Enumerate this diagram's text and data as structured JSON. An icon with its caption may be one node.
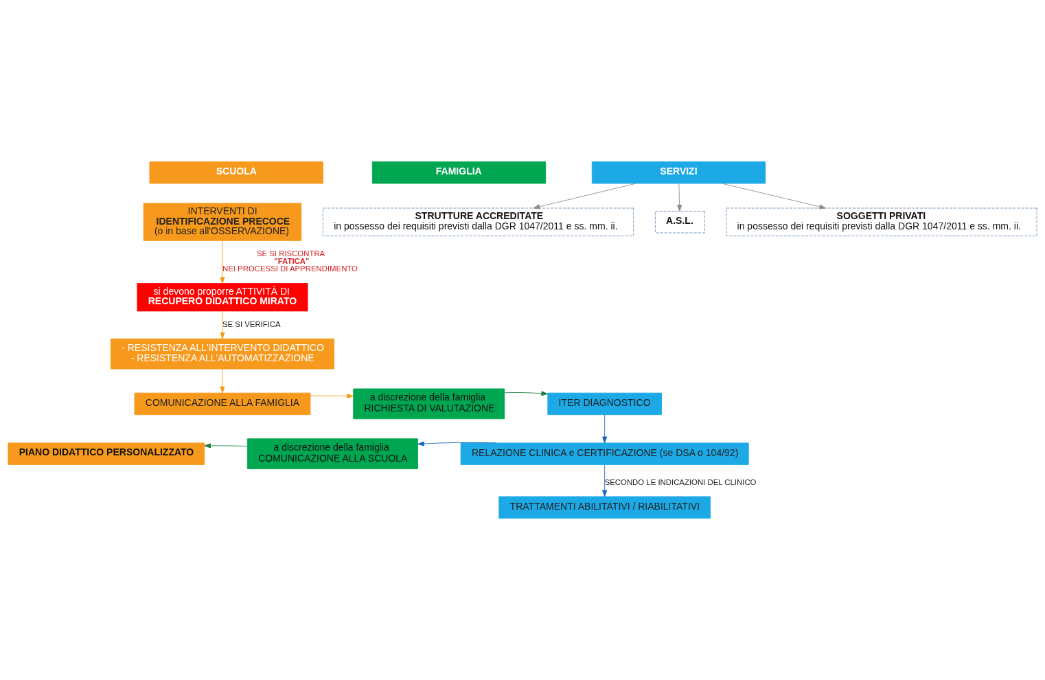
{
  "diagram": {
    "nodes": [
      {
        "text": [
          "SCUOLA"
        ]
      },
      {
        "text": [
          "FAMIGLIA"
        ]
      },
      {
        "text": [
          "SERVIZI"
        ]
      },
      {
        "text": [
          "INTERVENTI DI **IDENTIFICAZIONE PRECOCE** (o in base all'OSSERVAZIONE)"
        ]
      },
      {
        "text": [
          "STRUTTURE ACCREDITATE",
          "in possesso dei requisiti previsti dalla DGR 1047/2011 e ss. mm. ii."
        ]
      },
      {
        "text": [
          "A.S.L."
        ]
      },
      {
        "text": [
          "SOGGETTI PRIVATI",
          "in possesso dei requisiti previsti dalla DGR 1047/2011 e ss. mm. ii."
        ]
      },
      {
        "text": [
          "si devono proporre ATTIVITÀ DI **RECUPERO DIDATTICO MIRATO**"
        ]
      },
      {
        "text": [
          "- RESISTENZA ALL'INTERVENTO DIDATTICO",
          "- RESISTENZA ALL'AUTOMATIZZAZIONE"
        ]
      },
      {
        "text": [
          "COMUNICAZIONE ALLA FAMIGLIA"
        ]
      },
      {
        "text": [
          "a discrezione della famiglia",
          "RICHIESTA DI VALUTAZIONE"
        ]
      },
      {
        "text": [
          "ITER DIAGNOSTICO"
        ]
      },
      {
        "text": [
          "PIANO DIDATTICO PERSONALIZZATO"
        ]
      },
      {
        "text": [
          "a discrezione della famiglia",
          "COMUNICAZIONE ALLA SCUOLA"
        ]
      },
      {
        "text": [
          "RELAZIONE CLINICA e CERTIFICAZIONE (se DSA o 104/92)"
        ]
      },
      {
        "text": [
          "TRATTAMENTI ABILITATIVI / RIABILITATIVI"
        ]
      }
    ],
    "edges": [
      {
        "from": 2,
        "to": 4,
        "arrow": "to",
        "color": "#8c8c8c"
      },
      {
        "from": 2,
        "to": 6,
        "arrow": "to",
        "color": "#8c8c8c"
      },
      {
        "from": 2,
        "to": 5,
        "arrow": "to",
        "color": "#8c8c8c"
      },
      {
        "from": 3,
        "to": 7,
        "arrow": "to",
        "label": "SE SI RISCONTRA **\"FATICA\"** NEI PROCESSI DI APPRENDIMENTO",
        "color": "#f39c12"
      },
      {
        "from": 7,
        "to": 8,
        "arrow": "to",
        "label": "SE SI VERIFICA",
        "color": "#f39c12"
      },
      {
        "from": 8,
        "to": 9,
        "arrow": "to",
        "color": "#f39c12"
      },
      {
        "from": 9,
        "to": 10,
        "arrow": "to",
        "color": "#f39c12"
      },
      {
        "from": 10,
        "to": 11,
        "arrow": "to",
        "color": "#1a7f3c"
      },
      {
        "from": 11,
        "to": 14,
        "arrow": "to",
        "color": "#1565c0"
      },
      {
        "from": 14,
        "to": 13,
        "arrow": "to",
        "color": "#1565c0"
      },
      {
        "from": 13,
        "to": 12,
        "arrow": "to",
        "color": "#1a7f3c"
      },
      {
        "from": 14,
        "to": 15,
        "arrow": "to",
        "label": "SECONDO LE INDICAZIONI DEL CLINICO",
        "color": "#1565c0"
      }
    ]
  }
}
